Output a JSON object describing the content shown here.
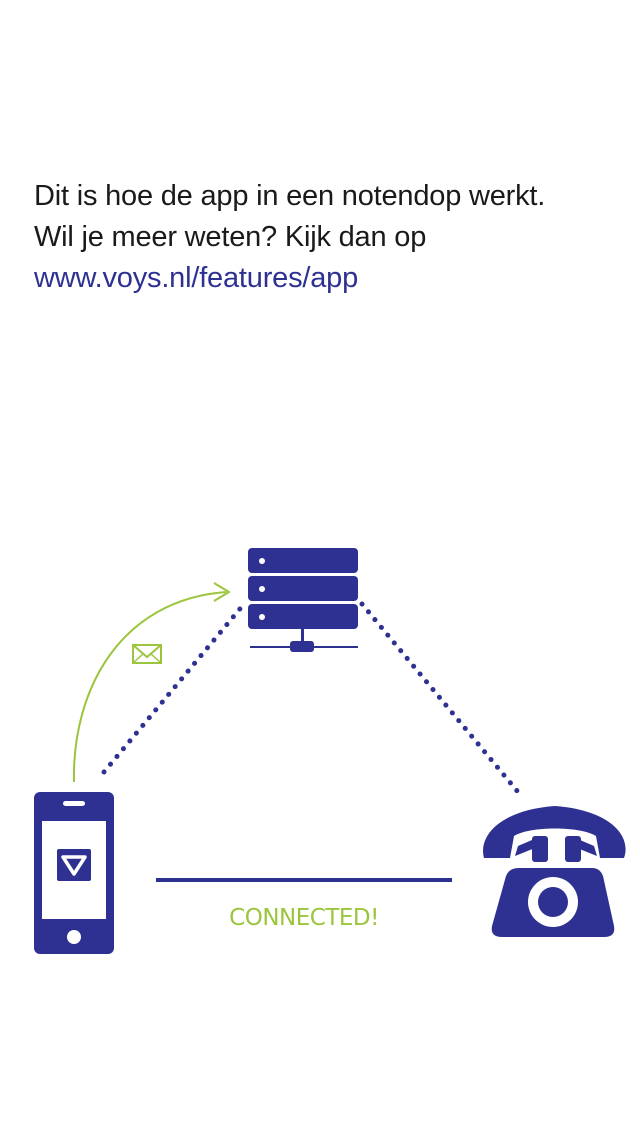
{
  "intro": {
    "line1": "Dit is hoe de app in een notendop werkt.",
    "line2": "Wil je meer weten? Kijk dan op",
    "link": "www.voys.nl/features/app"
  },
  "diagram": {
    "status_label": "CONNECTED!"
  },
  "colors": {
    "brand": "#2e3192",
    "accent": "#9bc53d",
    "text": "#1a1a1a"
  },
  "icons": {
    "server": "server-icon",
    "envelope": "envelope-icon",
    "phone": "smartphone-icon",
    "telephone": "telephone-icon",
    "logo": "voys-logo-icon"
  }
}
